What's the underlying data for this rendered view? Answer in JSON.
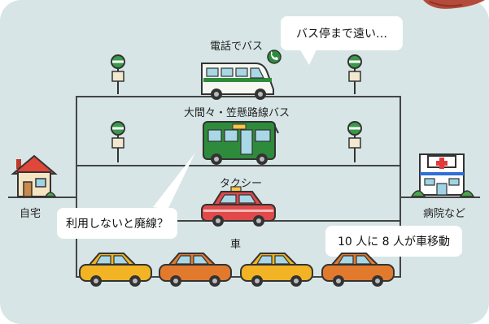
{
  "labels": {
    "home": "自宅",
    "hospital": "病院など",
    "demand_bus": "電話でバス",
    "route_bus": "大間々・笠懸路線バス",
    "taxi": "タクシー",
    "car": "車"
  },
  "bubbles": {
    "far_stop": "バス停まで遠い…",
    "abolish": "利用しないと廃線？",
    "car_ratio": "10 人に 8 人が車移動"
  },
  "colors": {
    "background": "#d7e5e6",
    "bus_green": "#2e8b3c",
    "taxi_red": "#e04a4a",
    "car_yellow": "#f2b424",
    "car_orange": "#e27a2e",
    "bus_stop_green": "#3a9a4a"
  },
  "icons": [
    "house-icon",
    "hospital-icon",
    "van-icon",
    "phone-icon",
    "bus-icon",
    "taxi-icon",
    "car-icon",
    "bus-stop-icon"
  ]
}
